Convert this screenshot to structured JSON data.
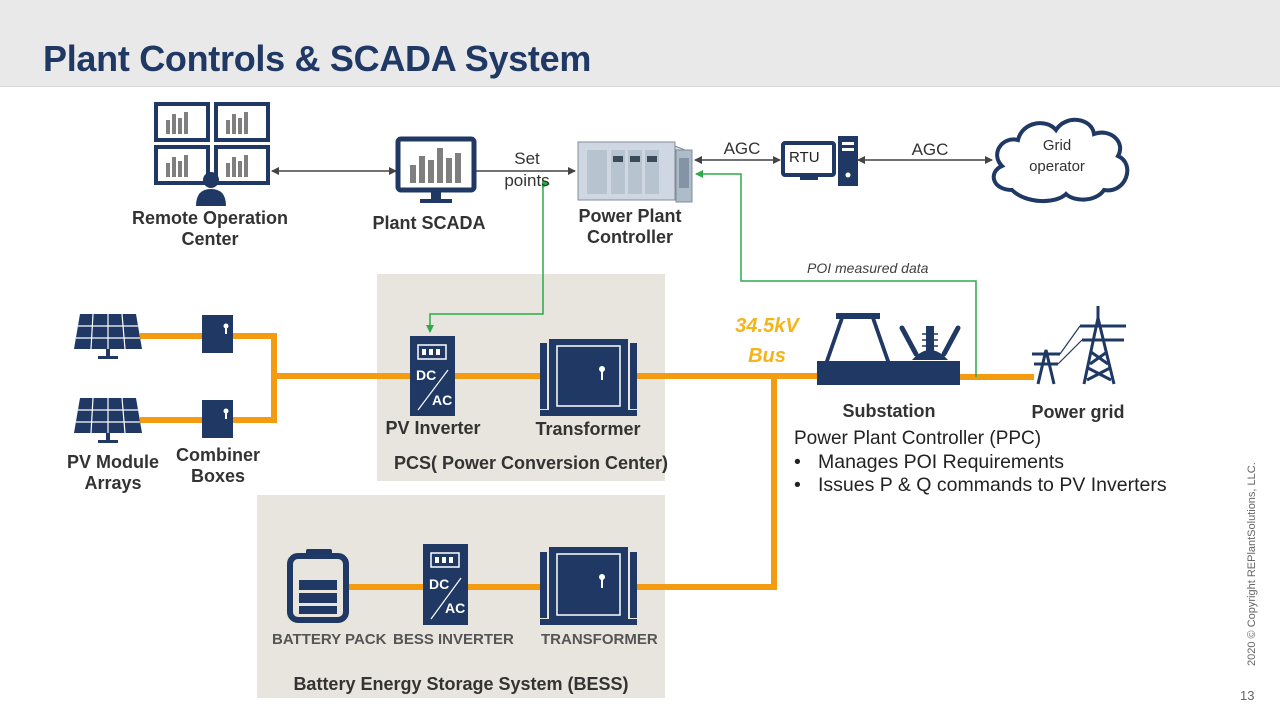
{
  "slide": {
    "title": "Plant Controls & SCADA System",
    "page_number": "13",
    "copyright": "2020 © Copyright REPlantSolutions, LLC."
  },
  "nodes": {
    "remote_operation_center": [
      "Remote Operation",
      "Center"
    ],
    "plant_scada": "Plant  SCADA",
    "power_plant_controller": [
      "Power Plant",
      "Controller"
    ],
    "rtu": "RTU",
    "grid_operator": [
      "Grid",
      "operator"
    ],
    "pv_module_arrays": [
      "PV Module",
      "Arrays"
    ],
    "combiner_boxes": [
      "Combiner",
      "Boxes"
    ],
    "pv_inverter": "PV Inverter",
    "transformer": "Transformer",
    "substation": "Substation",
    "power_grid": "Power grid",
    "battery_pack": "BATTERY PACK",
    "bess_inverter": "BESS INVERTER",
    "bess_transformer": "TRANSFORMER",
    "inverter_dc": "DC",
    "inverter_ac": "AC"
  },
  "groups": {
    "pcs": "PCS( Power Conversion Center)",
    "bess": "Battery Energy Storage System (BESS)"
  },
  "links": {
    "set_points": [
      "Set",
      "points"
    ],
    "agc_rtu": "AGC",
    "agc_grid": "AGC",
    "poi_measured_data": "POI measured data",
    "bus": [
      "34.5kV",
      "Bus"
    ]
  },
  "ppc_info": {
    "heading": "Power Plant Controller (PPC)",
    "bullets": [
      "Manages POI Requirements",
      "Issues P & Q commands to PV Inverters"
    ]
  },
  "colors": {
    "title": "#1f3864",
    "navy": "#1f3864",
    "power_line": "#f39c12",
    "signal_line": "#2eaa4a",
    "panel": "#e8e4de",
    "bus_label": "#f4b41a"
  }
}
